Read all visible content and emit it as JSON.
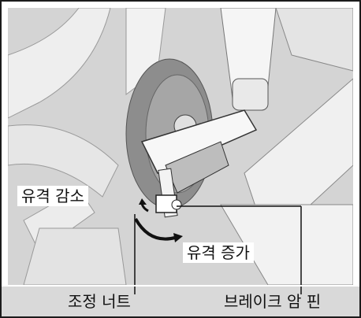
{
  "labels": {
    "decrease": "유격 감소",
    "increase": "유격 증가",
    "adjust_nut": "조정 너트",
    "brake_arm_pin": "브레이크 암 핀"
  }
}
